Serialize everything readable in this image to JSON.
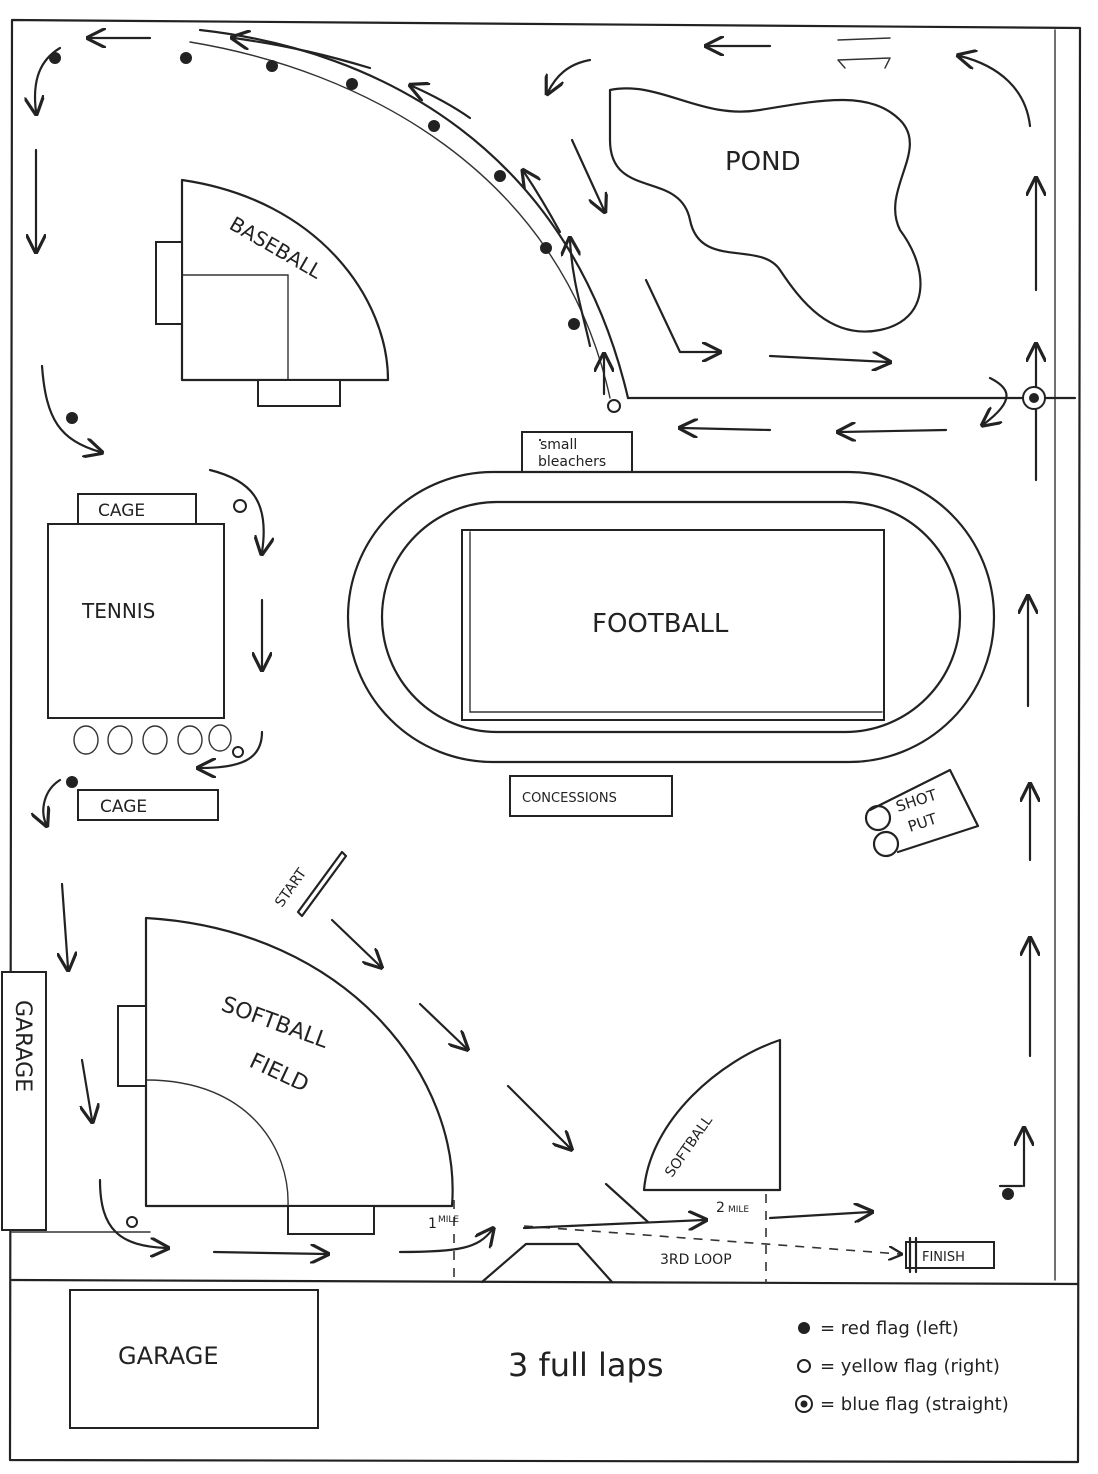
{
  "map": {
    "labels": {
      "pond": "POND",
      "baseball": "BASEBALL",
      "small_bleachers_line1": "small",
      "small_bleachers_line2": "bleachers",
      "cage_top": "CAGE",
      "tennis": "TENNIS",
      "cage_bottom": "CAGE",
      "football": "FOOTBALL",
      "concessions": "CONCESSIONS",
      "shot_put_line1": "SHOT",
      "shot_put_line2": "PUT",
      "start": "START",
      "softball_field_line1": "SOFTBALL",
      "softball_field_line2": "FIELD",
      "softball_small": "SOFTBALL",
      "garage_side": "GARAGE",
      "garage_bottom": "GARAGE",
      "mile1": "1",
      "mile1_unit": "MILE",
      "mile2": "2",
      "mile2_unit": "MILE",
      "third_loop": "3RD LOOP",
      "finish": "FINISH",
      "laps": "3 full laps"
    },
    "legend": [
      {
        "symbol": "red-flag-marker",
        "text": "= red flag (left)"
      },
      {
        "symbol": "yellow-flag-marker",
        "text": "= yellow flag (right)"
      },
      {
        "symbol": "blue-flag-marker",
        "text": "= blue flag (straight)"
      }
    ]
  }
}
